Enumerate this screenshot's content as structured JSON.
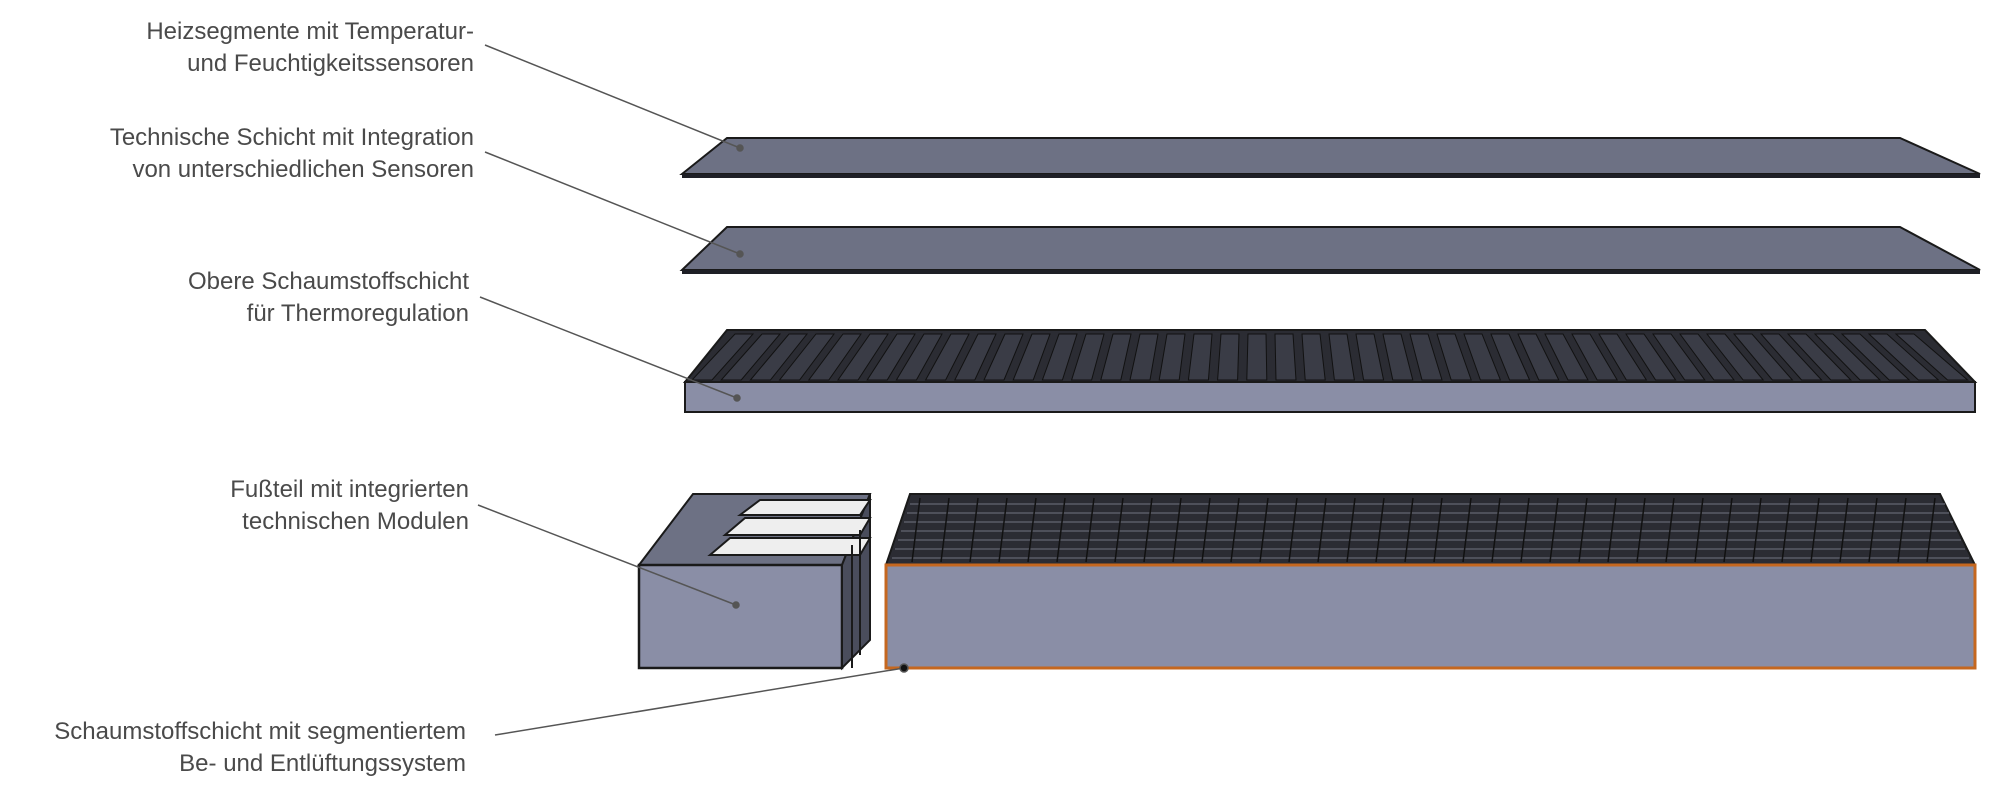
{
  "labels": [
    {
      "line1": "Heizsegmente mit Temperatur-",
      "line2": "und Feuchtigkeitssensoren"
    },
    {
      "line1": "Technische Schicht mit Integration",
      "line2": "von unterschiedlichen Sensoren"
    },
    {
      "line1": "Obere Schaumstoffschicht",
      "line2": "für Thermoregulation"
    },
    {
      "line1": "Fußteil mit integrierten",
      "line2": "technischen Modulen"
    },
    {
      "line1": "Schaumstoffschicht mit segmentiertem",
      "line2": "Be- und Entlüftungssystem"
    }
  ],
  "colors": {
    "layer_top": "#6d7184",
    "layer_side": "#8a8ea6",
    "layer_dark": "#1e1f26",
    "rib": "#2b2c33",
    "outline": "#1a1a1a",
    "accent_edge": "#c5671f",
    "leader": "#555555",
    "text": "#4a4a4a"
  }
}
